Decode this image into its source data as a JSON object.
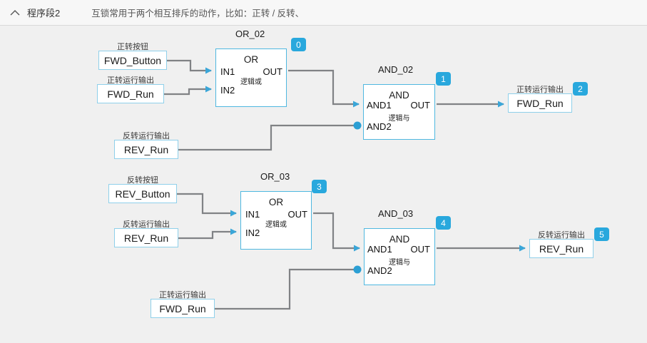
{
  "header": {
    "collapse_icon": "chevron-up-icon",
    "title": "程序段2",
    "comment": "互锁常用于两个相互排斥的动作，比如：正转 / 反转、"
  },
  "colors": {
    "block_border": "#4fb8e0",
    "operand_border": "#8fd0ea",
    "badge_bg": "#29a8dd",
    "wire": "#808285",
    "canvas_bg": "#f0f0f0",
    "header_bg": "#f7f7f7"
  },
  "network": {
    "operands": [
      {
        "id": "fwd-button-in",
        "label": "正转按钮",
        "value": "FWD_Button"
      },
      {
        "id": "fwd-run-in",
        "label": "正转运行输出",
        "value": "FWD_Run"
      },
      {
        "id": "rev-run-interlock",
        "label": "反转运行输出",
        "value": "REV_Run"
      },
      {
        "id": "rev-button-in",
        "label": "反转按钮",
        "value": "REV_Button"
      },
      {
        "id": "rev-run-in",
        "label": "反转运行输出",
        "value": "REV_Run"
      },
      {
        "id": "fwd-run-interlock",
        "label": "正转运行输出",
        "value": "FWD_Run"
      },
      {
        "id": "fwd-run-out",
        "label": "正转运行输出",
        "value": "FWD_Run",
        "badge": "2"
      },
      {
        "id": "rev-run-out",
        "label": "反转运行输出",
        "value": "REV_Run",
        "badge": "5"
      }
    ],
    "blocks": [
      {
        "id": "or-02",
        "name": "OR_02",
        "badge": "0",
        "type": "OR",
        "subtitle": "逻辑或",
        "inputs": [
          "IN1",
          "IN2"
        ],
        "output": "OUT"
      },
      {
        "id": "and-02",
        "name": "AND_02",
        "badge": "1",
        "type": "AND",
        "subtitle": "逻辑与",
        "inputs": [
          "AND1",
          "AND2"
        ],
        "output": "OUT"
      },
      {
        "id": "or-03",
        "name": "OR_03",
        "badge": "3",
        "type": "OR",
        "subtitle": "逻辑或",
        "inputs": [
          "IN1",
          "IN2"
        ],
        "output": "OUT"
      },
      {
        "id": "and-03",
        "name": "AND_03",
        "badge": "4",
        "type": "AND",
        "subtitle": "逻辑与",
        "inputs": [
          "AND1",
          "AND2"
        ],
        "output": "OUT"
      }
    ]
  }
}
